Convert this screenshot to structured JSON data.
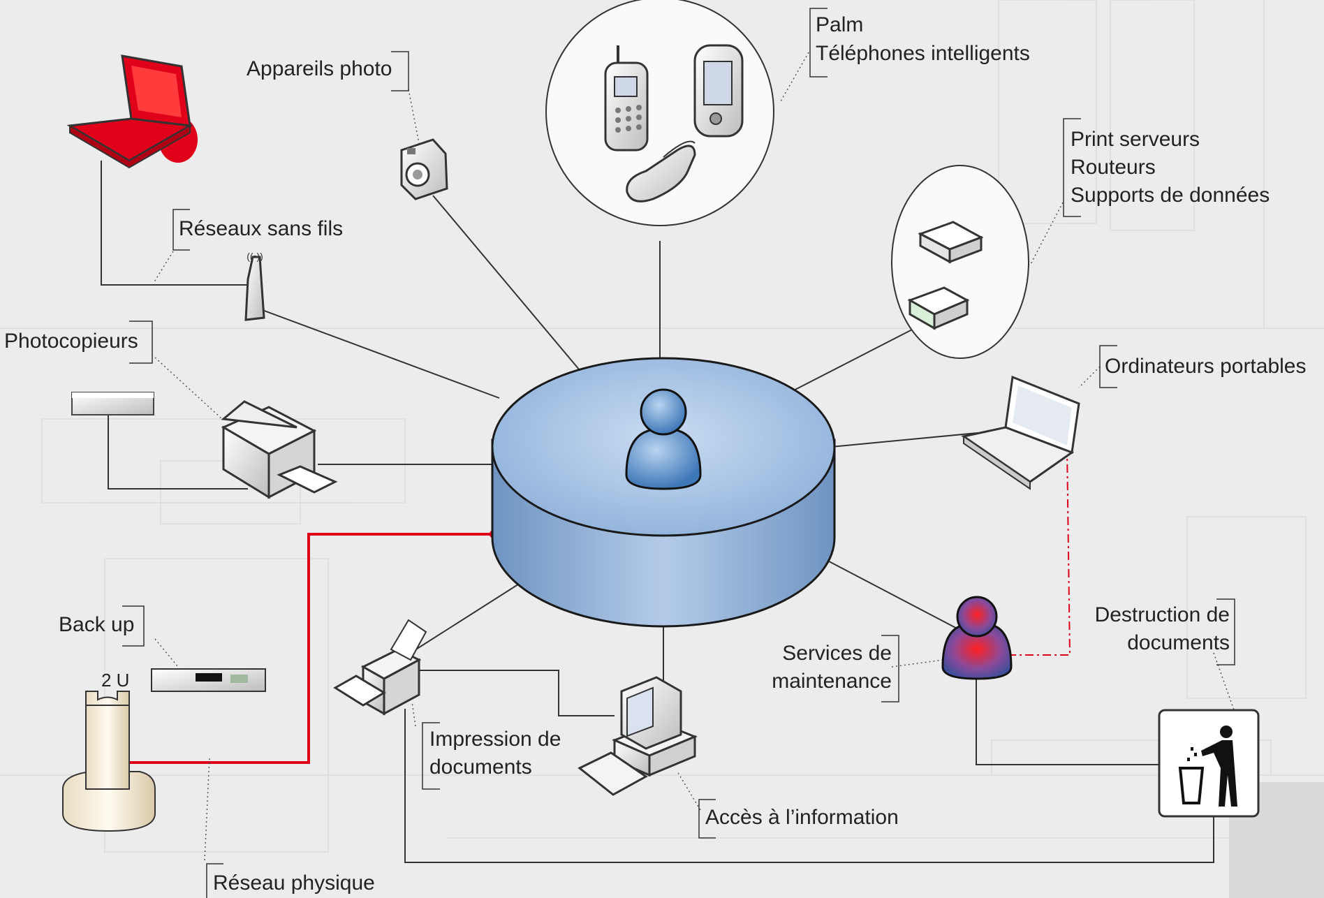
{
  "labels": {
    "appareils_photo": [
      "Appareils photo"
    ],
    "palm": [
      "Palm",
      "Téléphones intelligents"
    ],
    "serveurs": [
      "Print serveurs",
      "Routeurs",
      "Supports de données"
    ],
    "reseaux_sans_fils": [
      "Réseaux sans fils"
    ],
    "photocopieurs": [
      "Photocopieurs"
    ],
    "ordinateurs_portables": [
      "Ordinateurs portables"
    ],
    "back_up": [
      "Back up"
    ],
    "deux_u": [
      "2 U"
    ],
    "impression": [
      "Impression de",
      "documents"
    ],
    "services": [
      "Services de",
      "maintenance"
    ],
    "destruction": [
      "Destruction de",
      "documents"
    ],
    "acces": [
      "Accès à l’information"
    ],
    "reseau_physique": [
      "Réseau physique"
    ],
    "wifi_symbol": [
      "((•))"
    ]
  },
  "icons": {
    "hub": "user-database-icon",
    "laptop_red": "laptop-icon",
    "laptop": "laptop-icon",
    "camera": "camera-icon",
    "phones": "mobile-phone-icon",
    "server": "network-device-icon",
    "antenna": "wireless-antenna-icon",
    "photocopier": "photocopier-icon",
    "printer": "printer-icon",
    "computer": "desktop-computer-icon",
    "maintenance_person": "person-icon",
    "trash": "trash-bin-icon",
    "backup": "rack-unit-icon",
    "vault": "storage-tower-icon"
  },
  "colors": {
    "accent": "#e0001a",
    "hub_top": "#a6c2e3",
    "hub_side": "#86a9d3",
    "line": "#333333"
  }
}
